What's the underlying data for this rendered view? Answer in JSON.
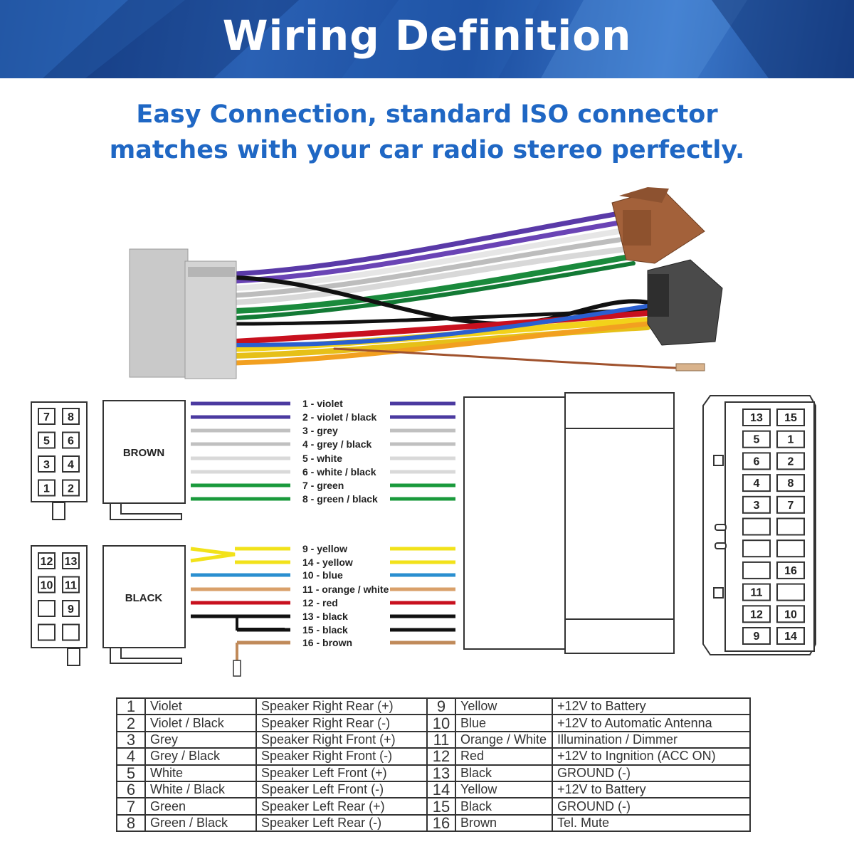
{
  "header": {
    "title": "Wiring Definition",
    "subtitle_line1": "Easy Connection, standard ISO connector",
    "subtitle_line2": "matches with your car radio stereo  perfectly."
  },
  "connectors": {
    "brown_label": "BROWN",
    "black_label": "BLACK",
    "brown_pins": [
      "7",
      "8",
      "5",
      "6",
      "3",
      "4",
      "1",
      "2"
    ],
    "black_pins": [
      "12",
      "13",
      "10",
      "11",
      "",
      "9",
      "",
      ""
    ],
    "plug_pins": [
      "13",
      "15",
      "5",
      "1",
      "6",
      "2",
      "4",
      "8",
      "3",
      "7",
      "",
      "",
      "",
      "",
      "",
      "16",
      "11",
      "",
      "12",
      "10",
      "9",
      "14"
    ]
  },
  "wire_labels": [
    "1 - violet",
    "2 - violet / black",
    "3 - grey",
    "4 - grey / black",
    "5 - white",
    "6 - white / black",
    "7 - green",
    "8 - green / black",
    "9 - yellow",
    "14 - yellow",
    "10 - blue",
    "11 - orange / white",
    "12 - red",
    "13 - black",
    "15 - black",
    "16 - brown"
  ],
  "wire_colors": {
    "violet": "#4b3aa0",
    "grey": "#c0c0c0",
    "white": "#d9d9d9",
    "green": "#1a9a3c",
    "yellow": "#f2e21a",
    "blue": "#2a8fd0",
    "orange": "#d9a06a",
    "red": "#c8101e",
    "black": "#111111",
    "brown": "#c08a5a"
  },
  "table": {
    "rows": [
      [
        "1",
        "Violet",
        "Speaker Right Rear (+)",
        "9",
        "Yellow",
        "+12V to Battery"
      ],
      [
        "2",
        "Violet / Black",
        "Speaker Right Rear (-)",
        "10",
        "Blue",
        "+12V to Automatic Antenna"
      ],
      [
        "3",
        "Grey",
        "Speaker Right Front (+)",
        "11",
        "Orange / White",
        "Illumination / Dimmer"
      ],
      [
        "4",
        "Grey / Black",
        "Speaker Right Front (-)",
        "12",
        "Red",
        "+12V to Ingnition (ACC ON)"
      ],
      [
        "5",
        "White",
        "Speaker Left Front (+)",
        "13",
        "Black",
        "GROUND (-)"
      ],
      [
        "6",
        "White / Black",
        "Speaker Left Front (-)",
        "14",
        "Yellow",
        "+12V to Battery"
      ],
      [
        "7",
        "Green",
        "Speaker Left Rear (+)",
        "15",
        "Black",
        "GROUND (-)"
      ],
      [
        "8",
        "Green / Black",
        "Speaker Left Rear (-)",
        "16",
        "Brown",
        "Tel. Mute"
      ]
    ]
  }
}
